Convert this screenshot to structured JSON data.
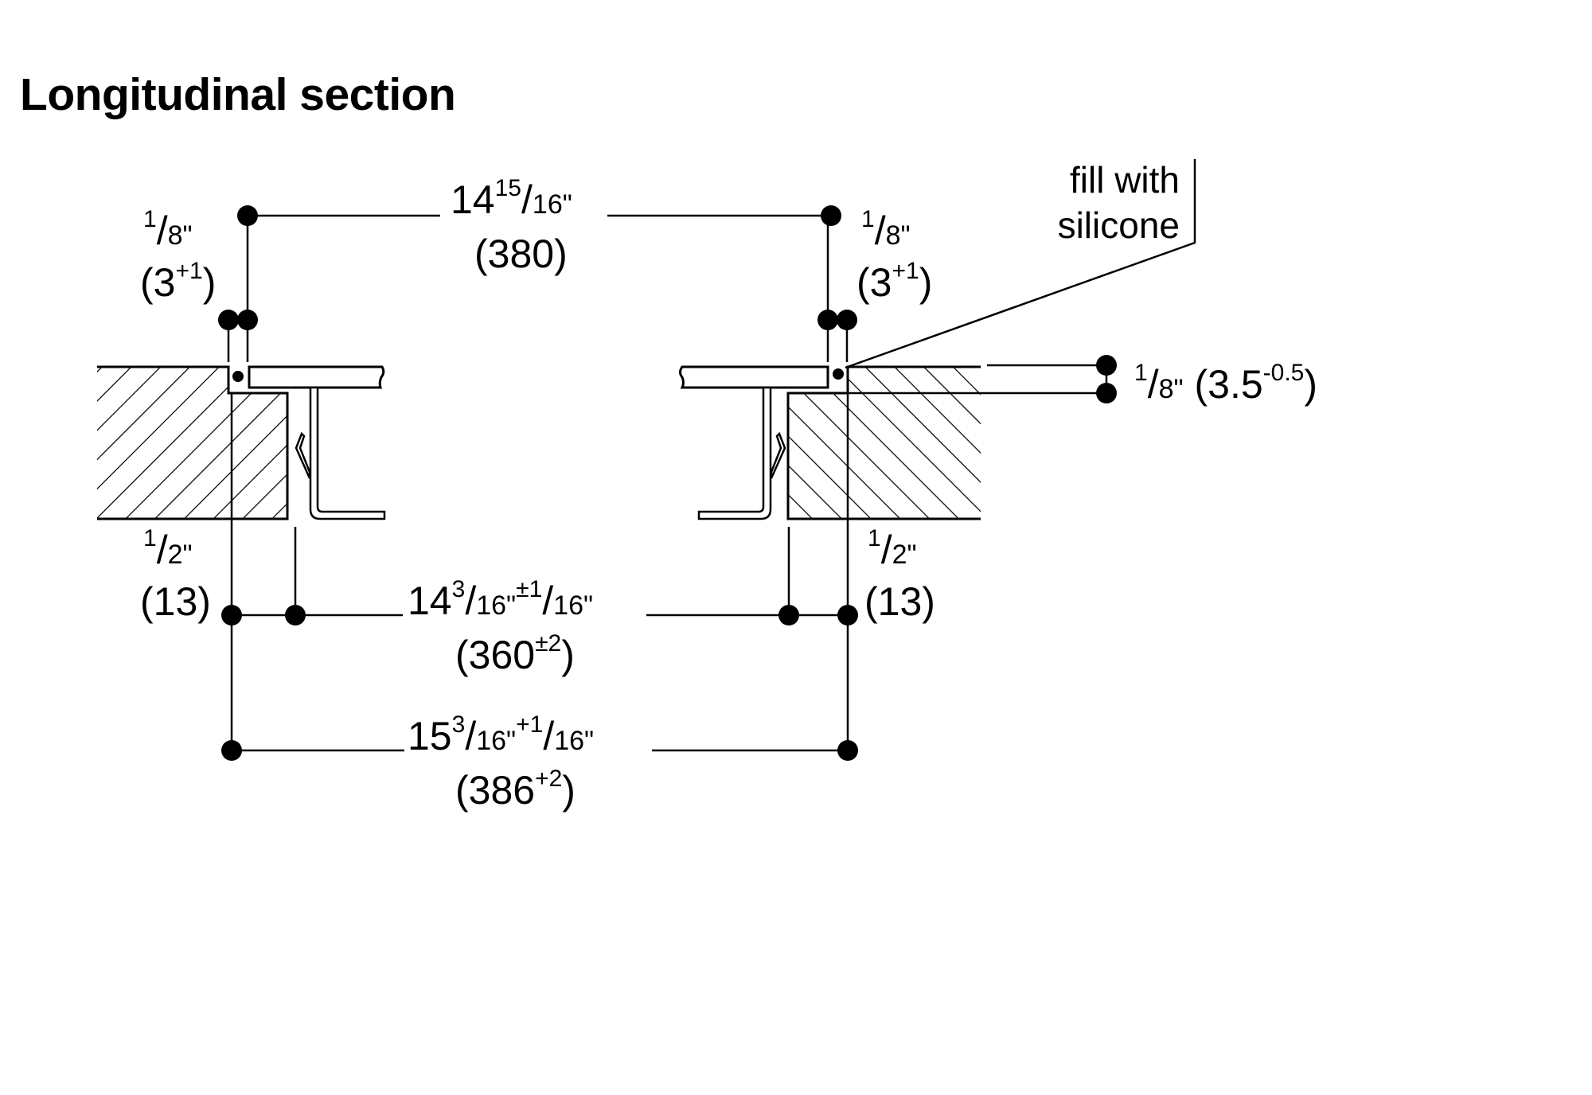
{
  "title": "Longitudinal section",
  "annotation": {
    "line1": "fill with",
    "line2": "silicone"
  },
  "dimensions": {
    "top_width": {
      "whole": "14",
      "num": "15",
      "den": "16\"",
      "mm": "(380)"
    },
    "left_gap": {
      "num": "1",
      "den": "8\"",
      "mm_open": "(3",
      "mm_tol": "+1",
      "mm_close": ")"
    },
    "right_gap": {
      "num": "1",
      "den": "8\"",
      "mm_open": "(3",
      "mm_tol": "+1",
      "mm_close": ")"
    },
    "depth": {
      "num": "1",
      "den": "8\"",
      "mm_open": "(3.5",
      "mm_tol": "-0.5",
      "mm_close": ")"
    },
    "left_ledge": {
      "num": "1",
      "den": "2\"",
      "mm": "(13)"
    },
    "right_ledge": {
      "num": "1",
      "den": "2\"",
      "mm": "(13)"
    },
    "inner_cutout": {
      "whole": "14",
      "num": "3",
      "den": "16\"",
      "tol_sign": "±1",
      "tol_den": "16\"",
      "mm_open": "(360",
      "mm_tol": "±2",
      "mm_close": ")"
    },
    "outer_cutout": {
      "whole": "15",
      "num": "3",
      "den": "16\"",
      "tol_sign": "+1",
      "tol_den": "16\"",
      "mm_open": "(386",
      "mm_tol": "+2",
      "mm_close": ")"
    }
  }
}
